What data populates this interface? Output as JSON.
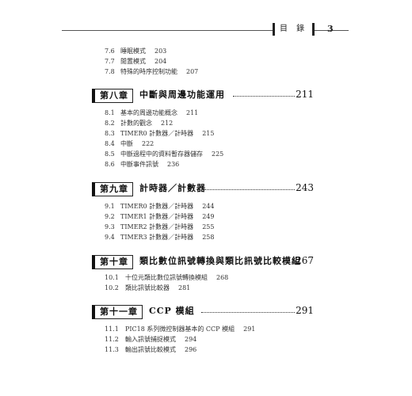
{
  "header": {
    "section": "目 錄",
    "page_number": "3"
  },
  "items_top": [
    {
      "num": "7.6",
      "title": "睡眠模式",
      "page": "203"
    },
    {
      "num": "7.7",
      "title": "閒置模式",
      "page": "204"
    },
    {
      "num": "7.8",
      "title": "特殊的時序控制功能",
      "page": "207"
    }
  ],
  "chapters": [
    {
      "label": "第八章",
      "title": "中斷與周邊功能運用",
      "page": "211",
      "items": [
        {
          "num": "8.1",
          "title": "基本的周邊功能概念",
          "page": "211"
        },
        {
          "num": "8.2",
          "title": "計數的觀念",
          "page": "212"
        },
        {
          "num": "8.3",
          "title": "TIMER0 計數器／計時器",
          "page": "215"
        },
        {
          "num": "8.4",
          "title": "中斷",
          "page": "222"
        },
        {
          "num": "8.5",
          "title": "中斷過程中的資料暫存器儲存",
          "page": "225"
        },
        {
          "num": "8.6",
          "title": "中斷事件訊號",
          "page": "236"
        }
      ]
    },
    {
      "label": "第九章",
      "title": "計時器／計數器",
      "page": "243",
      "items": [
        {
          "num": "9.1",
          "title": "TIMER0 計數器／計時器",
          "page": "244"
        },
        {
          "num": "9.2",
          "title": "TIMER1 計數器／計時器",
          "page": "249"
        },
        {
          "num": "9.3",
          "title": "TIMER2 計數器／計時器",
          "page": "255"
        },
        {
          "num": "9.4",
          "title": "TIMER3 計數器／計時器",
          "page": "258"
        }
      ]
    },
    {
      "label": "第十章",
      "title": "類比數位訊號轉換與類比訊號比較模組",
      "page": "267",
      "items": [
        {
          "num": "10.1",
          "title": "十位元類比數位訊號轉換模組",
          "page": "268"
        },
        {
          "num": "10.2",
          "title": "類比訊號比較器",
          "page": "281"
        }
      ]
    },
    {
      "label": "第十一章",
      "title": "CCP 模組",
      "page": "291",
      "items": [
        {
          "num": "11.1",
          "title": "PIC18 系列微控制器基本的 CCP 模組",
          "page": "291"
        },
        {
          "num": "11.2",
          "title": "輸入訊號捕捉模式",
          "page": "294"
        },
        {
          "num": "11.3",
          "title": "輸出訊號比較模式",
          "page": "296"
        }
      ]
    }
  ]
}
